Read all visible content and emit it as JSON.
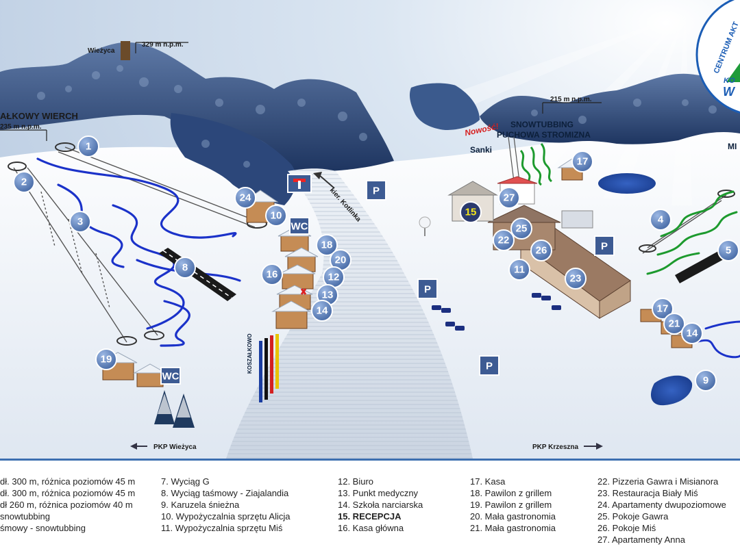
{
  "map": {
    "peaks": [
      {
        "id": "wiezyca",
        "name": "Wieżyca",
        "elevation": "329 m n.p.m."
      },
      {
        "id": "szymbark",
        "name": "SZYMBARK – BIAŁKOWY WIERCH",
        "name_visible": "AŁKOWY WIERCH",
        "elevation": "235 m n.p.m."
      },
      {
        "id": "puchowa",
        "name": "SNOWTUBBING PUCHOWA STROMIZNA",
        "line1": "SNOWTUBBING",
        "line2": "PUCHOWA STROMIZNA",
        "elevation": "215 m n.p.m."
      }
    ],
    "labels": {
      "new_badge": "Nowość!",
      "sanki": "Sanki",
      "kotlinka": "kier. Kotlinka",
      "pkp_wiezyca": "PKP Wieżyca",
      "pkp_krzeszna": "PKP Krzeszna",
      "mi_cut": "MI",
      "flag_text": "KOSZAŁKOWO"
    },
    "logo": {
      "ring_text": "CENTRUM AKT",
      "brand_line1": "KO",
      "brand_line2": "W"
    },
    "markers": [
      {
        "id": "1",
        "label": "1"
      },
      {
        "id": "2",
        "label": "2"
      },
      {
        "id": "3",
        "label": "3"
      },
      {
        "id": "8",
        "label": "8"
      },
      {
        "id": "19",
        "label": "19"
      },
      {
        "id": "24",
        "label": "24"
      },
      {
        "id": "10",
        "label": "10"
      },
      {
        "id": "18",
        "label": "18"
      },
      {
        "id": "20",
        "label": "20"
      },
      {
        "id": "16",
        "label": "16"
      },
      {
        "id": "12",
        "label": "12"
      },
      {
        "id": "13",
        "label": "13"
      },
      {
        "id": "14a",
        "label": "14"
      },
      {
        "id": "27",
        "label": "27"
      },
      {
        "id": "15",
        "label": "15"
      },
      {
        "id": "25",
        "label": "25"
      },
      {
        "id": "22",
        "label": "22"
      },
      {
        "id": "26",
        "label": "26"
      },
      {
        "id": "11",
        "label": "11"
      },
      {
        "id": "23",
        "label": "23"
      },
      {
        "id": "17a",
        "label": "17"
      },
      {
        "id": "4",
        "label": "4"
      },
      {
        "id": "5",
        "label": "5"
      },
      {
        "id": "17b",
        "label": "17"
      },
      {
        "id": "21",
        "label": "21"
      },
      {
        "id": "14b",
        "label": "14"
      },
      {
        "id": "9",
        "label": "9"
      }
    ],
    "parking_label": "P",
    "wc_label": "WC"
  },
  "legend": {
    "col1": [
      "dł. 300 m, różnica poziomów 45 m",
      "dł. 300 m, różnica poziomów 45 m",
      "dł 260 m, różnica poziomów 40 m",
      "snowtubbing",
      "śmowy - snowtubbing"
    ],
    "col2": [
      "7. Wyciąg G",
      "8. Wyciąg taśmowy - Ziajalandia",
      "9. Karuzela śnieżna",
      "10. Wypożyczalnia sprzętu Alicja",
      "11. Wypożyczalnia sprzętu Miś"
    ],
    "col3": [
      "12. Biuro",
      "13. Punkt medyczny",
      "14. Szkoła narciarska",
      "15. RECEPCJA",
      "16. Kasa główna"
    ],
    "col4": [
      "17. Kasa",
      "18. Pawilon z grillem",
      "19. Pawilon z grillem",
      "20. Mała gastronomia",
      "21. Mała gastronomia"
    ],
    "col5": [
      "22. Pizzeria Gawra i Misianora",
      "23. Restauracja Biały Miś",
      "24. Apartamenty dwupoziomowe",
      "25. Pokoje Gawra",
      "26. Pokoje Miś",
      "27. Apartamenty Anna"
    ]
  },
  "colors": {
    "marker_fill": "#5f86c2",
    "highlight_marker": "#f4e51a",
    "mountain": "#2a4673",
    "snow": "#e8eef6",
    "legend_border": "#3d6fb0"
  }
}
